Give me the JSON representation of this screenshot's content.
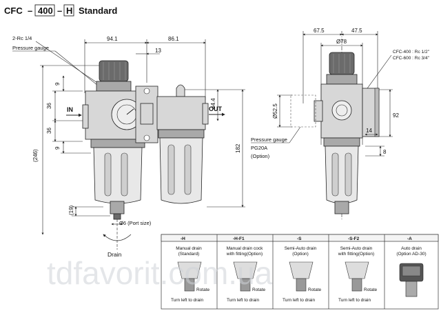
{
  "header": {
    "prefix": "CFC",
    "dash1": "–",
    "code_size": "400",
    "dash2": "–",
    "code_option": "H",
    "variant": "Standard"
  },
  "front_view": {
    "port_label_top": "2-Rc 1/4",
    "gauge_label": "Pressure gauge",
    "dim_94_1": "94.1",
    "dim_86_1": "86.1",
    "dim_13": "13",
    "dim_9_top": "9",
    "dim_36_upper": "36",
    "dim_36_lower": "36",
    "dim_9_bottom": "9",
    "dim_246": "(246)",
    "dim_44_4": "44.4",
    "dim_182": "182",
    "dim_19": "(19)",
    "in_label": "IN",
    "out_label": "OUT",
    "port_size_label": "Ø6 (Port size)",
    "drain_label": "Drain"
  },
  "side_view": {
    "dim_67_5": "67.5",
    "dim_47_5": "47.5",
    "dim_78": "Ø78",
    "dim_52_5": "Ø52.5",
    "dim_92": "92",
    "dim_14": "14",
    "dim_8": "8",
    "port_note_1": "CFC-400 : Rc 1/2\"",
    "port_note_2": "CFC-600 : Rc 3/4\"",
    "gauge_label_1": "Pressure gauge",
    "gauge_label_2": "PG20A",
    "gauge_label_3": "(Option)"
  },
  "drain_table": {
    "columns": [
      {
        "code": "-H",
        "line1": "Manual drain",
        "line2": "(Standard)"
      },
      {
        "code": "-H-F1",
        "line1": "Manual drain cock",
        "line2": "with fitting(Option)"
      },
      {
        "code": "-S",
        "line1": "Semi-Auto drain",
        "line2": "(Option)"
      },
      {
        "code": "-S-F2",
        "line1": "Semi-Auto drain",
        "line2": "with fitting(Option)"
      },
      {
        "code": "-A",
        "line1": "Auto drain",
        "line2": "(Option AD-30)"
      }
    ],
    "rotate_label": "Rotate",
    "turn_label": "Turn left to drain"
  },
  "watermark": "tdfavorit.com.ua"
}
